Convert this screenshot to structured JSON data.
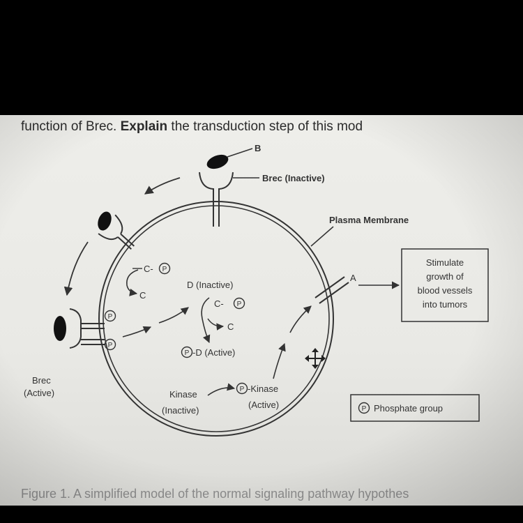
{
  "question": {
    "prefix": "function of Brec. ",
    "bold": "Explain",
    "suffix": " the transduction step of this mod"
  },
  "labels": {
    "ligand_b": "B",
    "brec_inactive": "Brec (Inactive)",
    "plasma_membrane": "Plasma Membrane",
    "brec_active_line1": "Brec",
    "brec_active_line2": "(Active)",
    "c_p_top": "C-",
    "c_top": "C",
    "d_inactive": "D (Inactive)",
    "c_p_mid": "C-",
    "c_mid": "C",
    "p_d_active": "-D (Active)",
    "kinase_inactive_line1": "Kinase",
    "kinase_inactive_line2": "(Inactive)",
    "p_kinase": "-Kinase",
    "p_kinase_active": "(Active)",
    "signal_a": "A",
    "stimulate_line1": "Stimulate",
    "stimulate_line2": "growth of",
    "stimulate_line3": "blood vessels",
    "stimulate_line4": "into tumors",
    "phosphate_symbol": "P",
    "phosphate_legend": "Phosphate group"
  },
  "caption": "Figure 1. A simplified model of the normal signaling pathway hypothes",
  "colors": {
    "ink": "#333333",
    "background": "#000000",
    "paper": "#ececea"
  }
}
